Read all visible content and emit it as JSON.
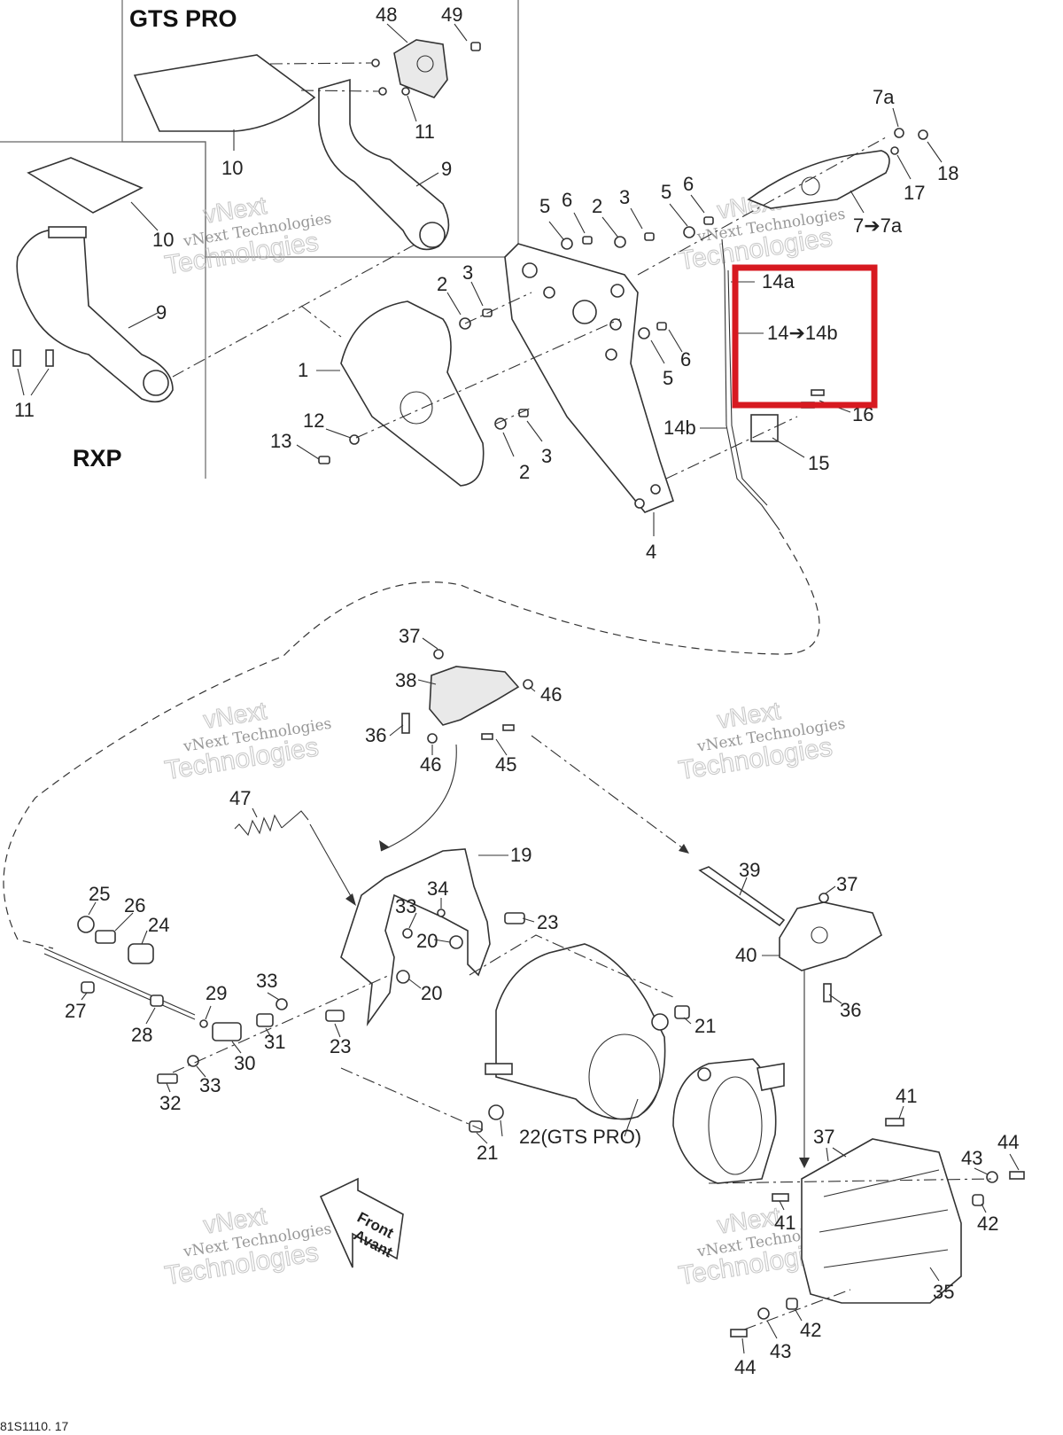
{
  "panels": {
    "gts_pro": "GTS PRO",
    "rxp": "RXP"
  },
  "watermark": {
    "line1": "vNext",
    "line2": "vNext Technologies",
    "line3": "Technologies"
  },
  "front_arrow": {
    "line1": "Front",
    "line2": "Avant"
  },
  "drawing_code": "81S1110. 17",
  "highlight": {
    "color": "#d71920",
    "labels": [
      "14a",
      "14➔14b"
    ]
  },
  "callouts": {
    "c1": "1",
    "c2a": "2",
    "c2b": "2",
    "c2c": "2",
    "c3a": "3",
    "c3b": "3",
    "c3c": "3",
    "c4": "4",
    "c5a": "5",
    "c5b": "5",
    "c5c": "5",
    "c6a": "6",
    "c6b": "6",
    "c6c": "6",
    "c7a": "7a",
    "c7to7a": "7➔7a",
    "c9a": "9",
    "c9b": "9",
    "c10a": "10",
    "c10b": "10",
    "c11a": "11",
    "c11b": "11",
    "c12": "12",
    "c13": "13",
    "c14a": "14a",
    "c14to14b": "14➔14b",
    "c14b": "14b",
    "c15": "15",
    "c16": "16",
    "c17": "17",
    "c18": "18",
    "c19": "19",
    "c20a": "20",
    "c20b": "20",
    "c21a": "21",
    "c21b": "21",
    "c22": "22(GTS PRO)",
    "c23a": "23",
    "c23b": "23",
    "c24": "24",
    "c25": "25",
    "c26": "26",
    "c27": "27",
    "c28": "28",
    "c29": "29",
    "c30": "30",
    "c31": "31",
    "c32": "32",
    "c33a": "33",
    "c33b": "33",
    "c33c": "33",
    "c34": "34",
    "c35": "35",
    "c36a": "36",
    "c36b": "36",
    "c37a": "37",
    "c37b": "37",
    "c37c": "37",
    "c38": "38",
    "c39": "39",
    "c40": "40",
    "c41a": "41",
    "c41b": "41",
    "c42a": "42",
    "c42b": "42",
    "c43a": "43",
    "c43b": "43",
    "c44a": "44",
    "c44b": "44",
    "c45": "45",
    "c46a": "46",
    "c46b": "46",
    "c47": "47",
    "c48": "48",
    "c49": "49"
  }
}
